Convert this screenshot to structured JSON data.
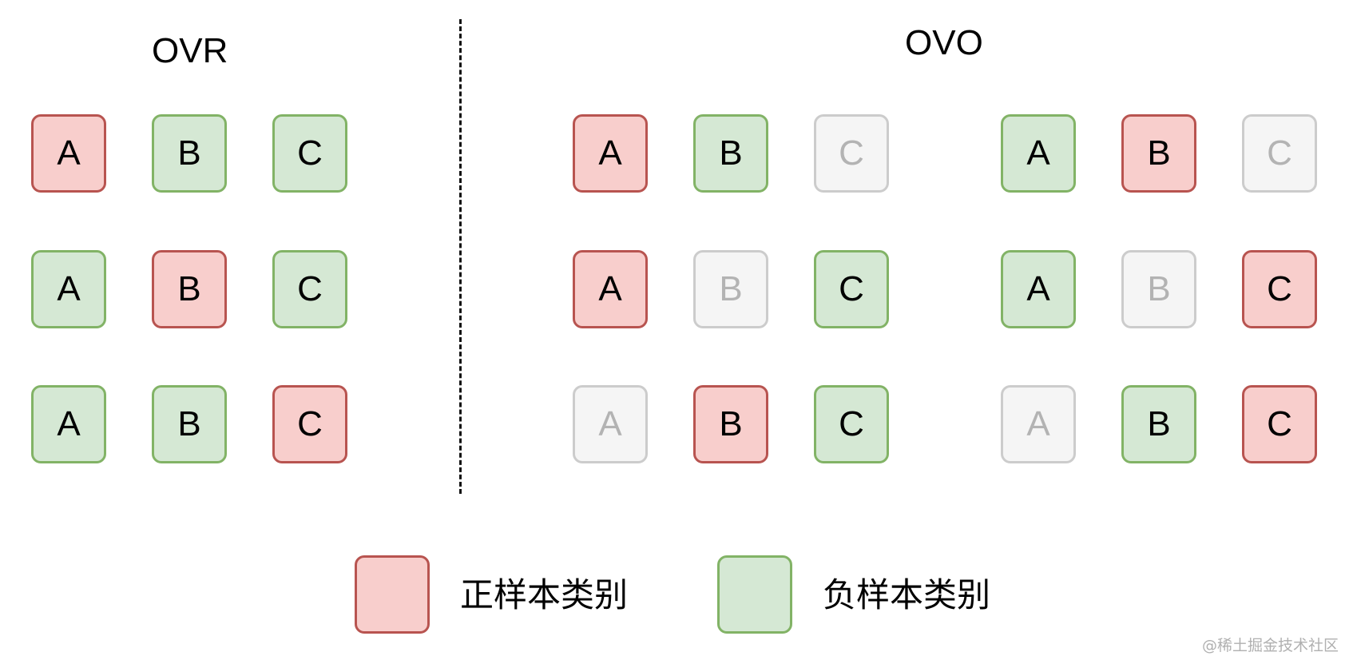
{
  "titles": {
    "ovr": "OVR",
    "ovo": "OVO"
  },
  "panels": [
    {
      "id": "ovr",
      "rows": [
        [
          {
            "label": "A",
            "role": "pos"
          },
          {
            "label": "B",
            "role": "neg"
          },
          {
            "label": "C",
            "role": "neg"
          }
        ],
        [
          {
            "label": "A",
            "role": "neg"
          },
          {
            "label": "B",
            "role": "pos"
          },
          {
            "label": "C",
            "role": "neg"
          }
        ],
        [
          {
            "label": "A",
            "role": "neg"
          },
          {
            "label": "B",
            "role": "neg"
          },
          {
            "label": "C",
            "role": "pos"
          }
        ]
      ]
    },
    {
      "id": "ovo-1",
      "rows": [
        [
          {
            "label": "A",
            "role": "pos"
          },
          {
            "label": "B",
            "role": "neg"
          },
          {
            "label": "C",
            "role": "ign"
          }
        ],
        [
          {
            "label": "A",
            "role": "pos"
          },
          {
            "label": "B",
            "role": "ign"
          },
          {
            "label": "C",
            "role": "neg"
          }
        ],
        [
          {
            "label": "A",
            "role": "ign"
          },
          {
            "label": "B",
            "role": "pos"
          },
          {
            "label": "C",
            "role": "neg"
          }
        ]
      ]
    },
    {
      "id": "ovo-2",
      "rows": [
        [
          {
            "label": "A",
            "role": "neg"
          },
          {
            "label": "B",
            "role": "pos"
          },
          {
            "label": "C",
            "role": "ign"
          }
        ],
        [
          {
            "label": "A",
            "role": "neg"
          },
          {
            "label": "B",
            "role": "ign"
          },
          {
            "label": "C",
            "role": "pos"
          }
        ],
        [
          {
            "label": "A",
            "role": "ign"
          },
          {
            "label": "B",
            "role": "neg"
          },
          {
            "label": "C",
            "role": "pos"
          }
        ]
      ]
    }
  ],
  "legend": {
    "positive": "正样本类别",
    "negative": "负样本类别"
  },
  "colors": {
    "pos_fill": "#f8cecc",
    "pos_stroke": "#b85450",
    "neg_fill": "#d5e8d4",
    "neg_stroke": "#82b366",
    "ign_fill": "#f5f5f5",
    "ign_stroke": "#cccccc"
  },
  "watermark": "@稀土掘金技术社区"
}
